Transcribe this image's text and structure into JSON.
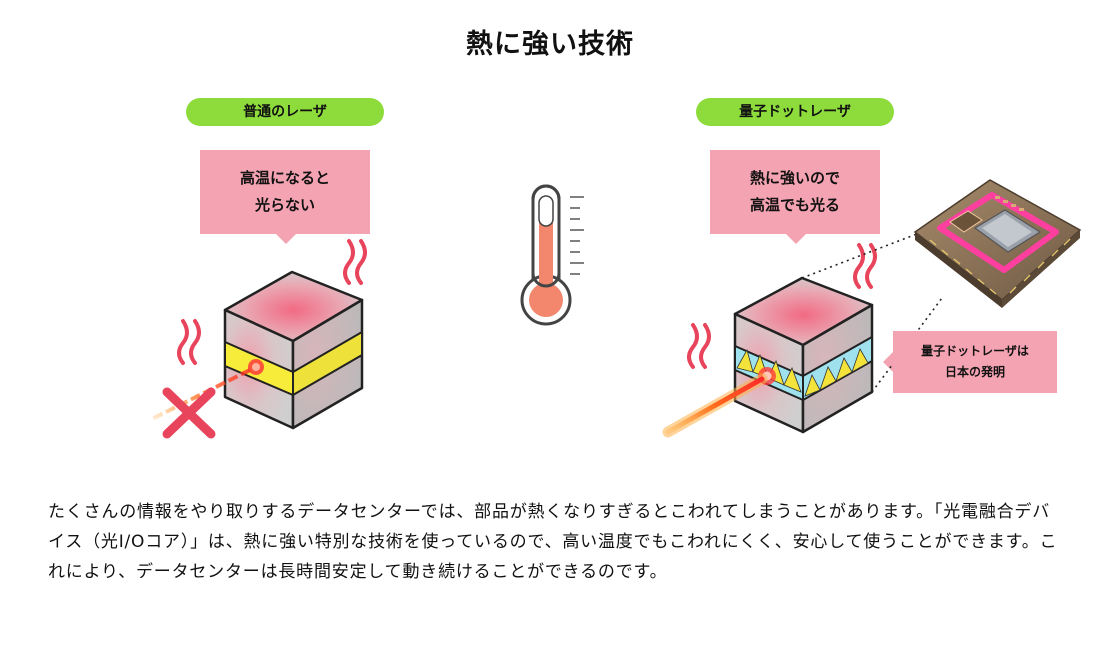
{
  "title": "熱に強い技術",
  "left_panel": {
    "label": "普通のレーザ",
    "bubble_lines": [
      "高温になると",
      "光らない"
    ]
  },
  "right_panel": {
    "label": "量子ドットレーザ",
    "bubble_lines": [
      "熱に強いので",
      "高温でも光る"
    ],
    "note_lines": [
      "量子ドットレーザは",
      "日本の発明"
    ]
  },
  "colors": {
    "label_green": "#8ddc3c",
    "bubble_pink": "#f4a3b2",
    "cross_red": "#e8455d",
    "heat_line": "#e8455d"
  },
  "icons": [
    "thermometer-icon",
    "cross-icon",
    "heat-wave-icon",
    "laser-beam-icon",
    "chip-image"
  ],
  "body_text": "たくさんの情報をやり取りするデータセンターでは、部品が熱くなりすぎるとこわれてしまうことがあります。「光電融合デバイス（光I/Oコア）」は、熱に強い特別な技術を使っているので、高い温度でもこわれにくく、安心して使うことができます。これにより、データセンターは長時間安定して動き続けることができるのです。"
}
